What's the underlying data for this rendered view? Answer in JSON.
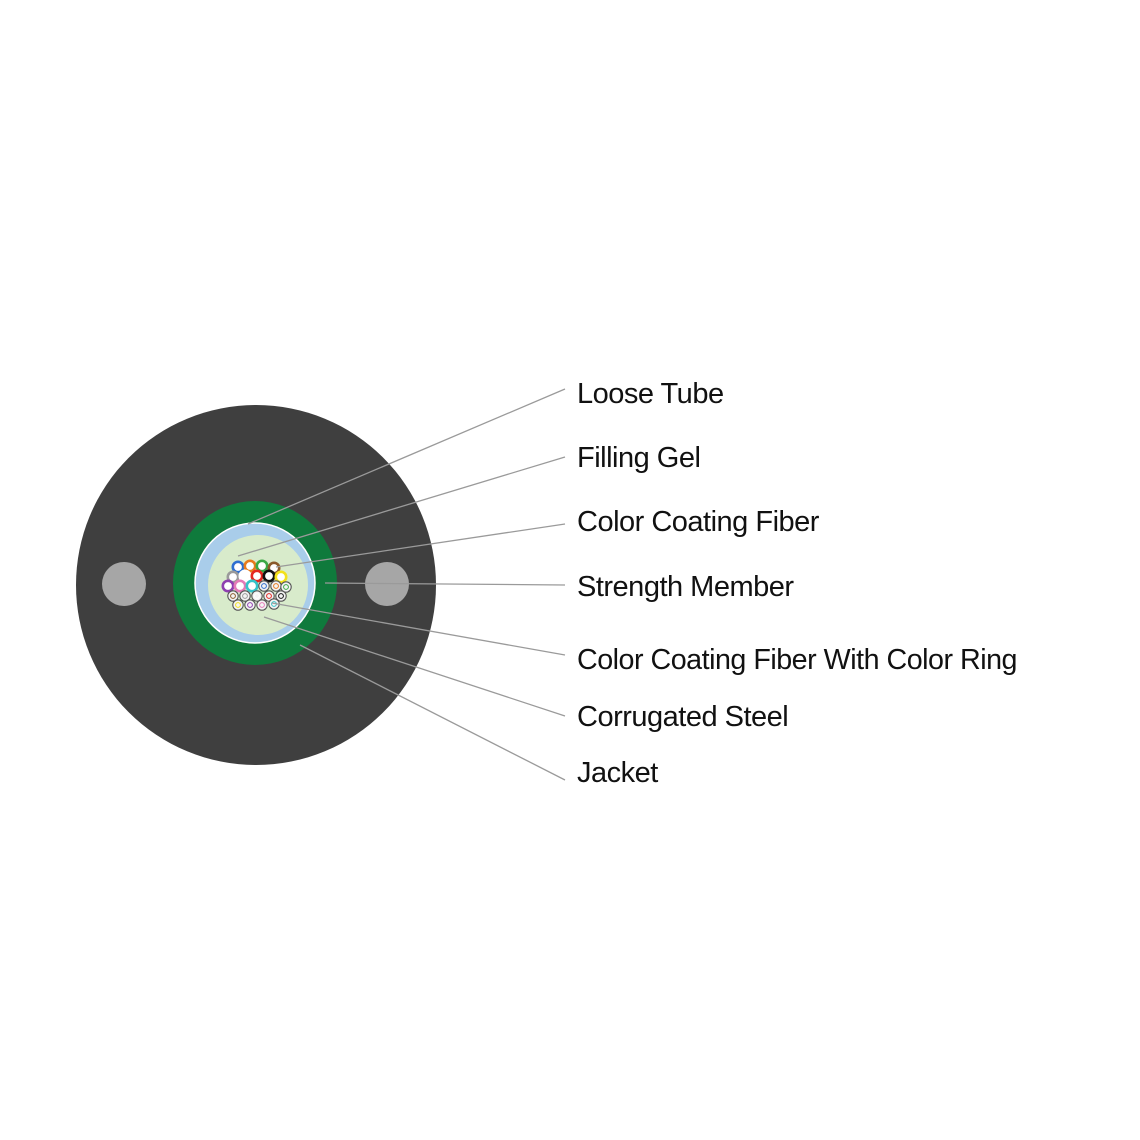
{
  "labels": {
    "loose_tube": "Loose Tube",
    "filling_gel": "Filling Gel",
    "color_coating_fiber": "Color Coating Fiber",
    "strength_member": "Strength Member",
    "color_coating_fiber_ring": "Color Coating Fiber With Color Ring",
    "corrugated_steel": "Corrugated Steel",
    "jacket": "Jacket"
  },
  "colors": {
    "jacket": "#3f3f3f",
    "strength_member": "#a6a6a6",
    "corrugated_steel": "#0f7a3c",
    "loose_tube": "#a9cdea",
    "filling_gel": "#d8ebcb",
    "leader_line": "#9a9a9a"
  },
  "fiber_colors": [
    "#2e6fd0",
    "#e87a1c",
    "#3aa845",
    "#8a5a2b",
    "#9a9a9a",
    "#ffffff",
    "#e5261f",
    "#111111",
    "#f3e11a",
    "#8e3fb0",
    "#e57ab8",
    "#35c3c9"
  ]
}
